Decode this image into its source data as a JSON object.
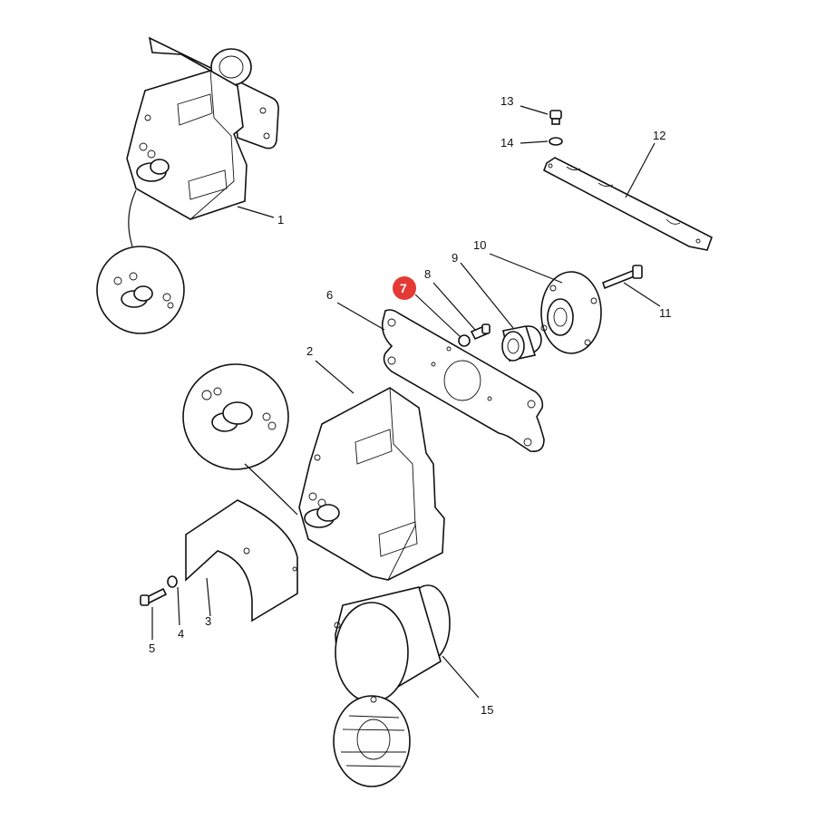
{
  "diagram": {
    "callouts": [
      {
        "id": "1",
        "text": "1"
      },
      {
        "id": "2",
        "text": "2"
      },
      {
        "id": "3",
        "text": "3"
      },
      {
        "id": "4",
        "text": "4"
      },
      {
        "id": "5",
        "text": "5"
      },
      {
        "id": "6",
        "text": "6"
      },
      {
        "id": "7",
        "text": "7"
      },
      {
        "id": "8",
        "text": "8"
      },
      {
        "id": "9",
        "text": "9"
      },
      {
        "id": "10",
        "text": "10"
      },
      {
        "id": "11",
        "text": "11"
      },
      {
        "id": "12",
        "text": "12"
      },
      {
        "id": "13",
        "text": "13"
      },
      {
        "id": "14",
        "text": "14"
      },
      {
        "id": "15",
        "text": "15"
      }
    ],
    "highlighted_callout": "7",
    "highlight_color": "#e53935"
  }
}
